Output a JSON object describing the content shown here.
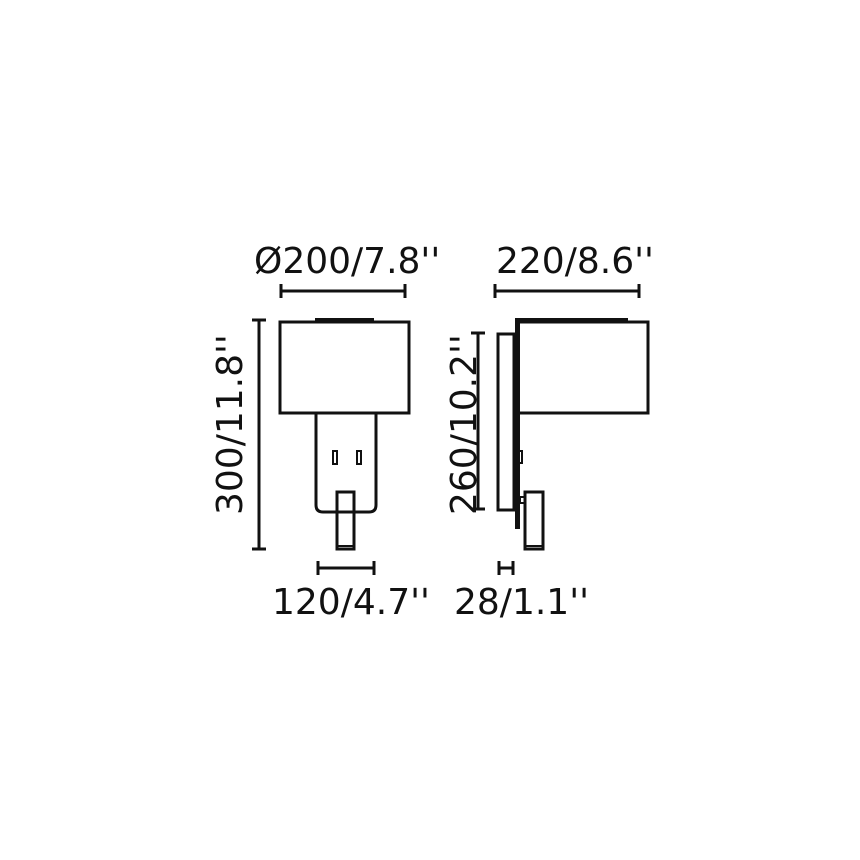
{
  "front_view": {
    "width_label": "Ø200/7.8''",
    "height_label": "300/11.8''",
    "reading_light_width_label": "120/4.7''"
  },
  "side_view": {
    "depth_label": "220/8.6''",
    "backplate_height_label": "260/10.2''",
    "backplate_depth_label": "28/1.1''"
  },
  "colors": {
    "line": "#111111",
    "background": "#ffffff"
  }
}
